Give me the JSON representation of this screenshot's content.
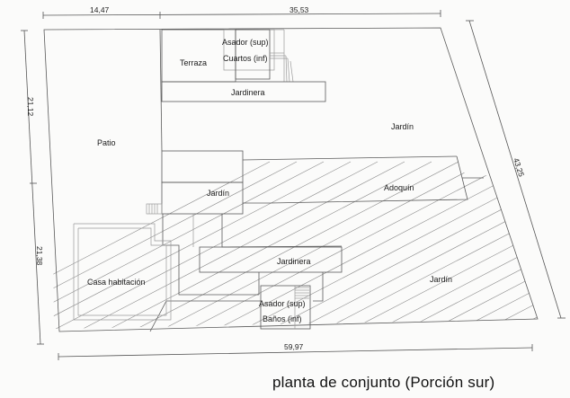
{
  "title": "planta de conjunto (Porción sur)",
  "dimensions": {
    "top_left": "14,47",
    "top_right": "35,53",
    "left_upper": "21,12",
    "left_lower": "21,38",
    "right": "43,25",
    "bottom": "59,97"
  },
  "labels": {
    "terraza": "Terraza",
    "asador_top": "Asador (sup)",
    "cuartos": "Cuartos (inf)",
    "jardinera_top": "Jardinera",
    "jardin_top": "Jardín",
    "patio": "Patio",
    "jardin_center": "Jardín",
    "adoquin": "Adoquín",
    "jardinera_bottom": "Jardinera",
    "casa": "Casa habitación",
    "asador_bottom": "Asador (sup)",
    "banos": "Baños (inf)",
    "jardin_bottom": "Jardín"
  },
  "colors": {
    "line": "#5a5a5a",
    "hatch": "#8a8a8a",
    "text": "#1a1a1a",
    "background": "#fbfbfa"
  }
}
